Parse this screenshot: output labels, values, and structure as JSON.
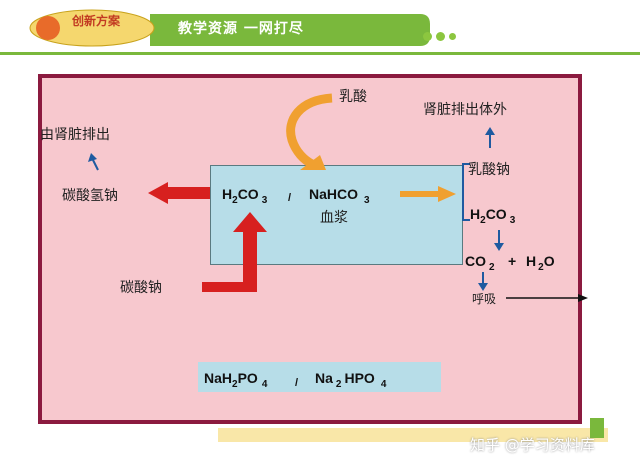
{
  "header": {
    "logo_text": "创新方案",
    "title": "教学资源   一网打尽"
  },
  "plasma": {
    "label": "血浆",
    "left_formula": [
      "H",
      "2",
      "CO",
      "3"
    ],
    "separator": "/",
    "right_formula": [
      "NaHCO",
      "3"
    ]
  },
  "labels": {
    "lactic_acid": "乳酸",
    "kidney_out_left": "由肾脏排出",
    "sodium_bicarbonate": "碳酸氢钠",
    "sodium_carbonate": "碳酸钠",
    "kidney_out_right": "肾脏排出体外",
    "sodium_lactate": "乳酸钠",
    "h2co3": [
      "H",
      "2",
      "CO",
      "3"
    ],
    "co2": [
      "CO",
      "2"
    ],
    "plus": "+",
    "h2o": [
      "H",
      "2",
      "O"
    ],
    "breathing": "呼吸"
  },
  "phosphate": {
    "left": [
      "NaH",
      "2",
      "PO",
      "4"
    ],
    "separator": "/",
    "right": [
      "Na",
      "2",
      "HPO",
      "4"
    ]
  },
  "watermark": "知乎 @学习资料库",
  "colors": {
    "frame_fill": "#f7c8ce",
    "frame_border": "#8b1a3f",
    "plasma_fill": "#b7dde8",
    "red_arrow": "#d7201f",
    "orange_arrow": "#f0a030",
    "blue_arrow": "#1f5aa0",
    "header_green": "#7ab83c"
  }
}
